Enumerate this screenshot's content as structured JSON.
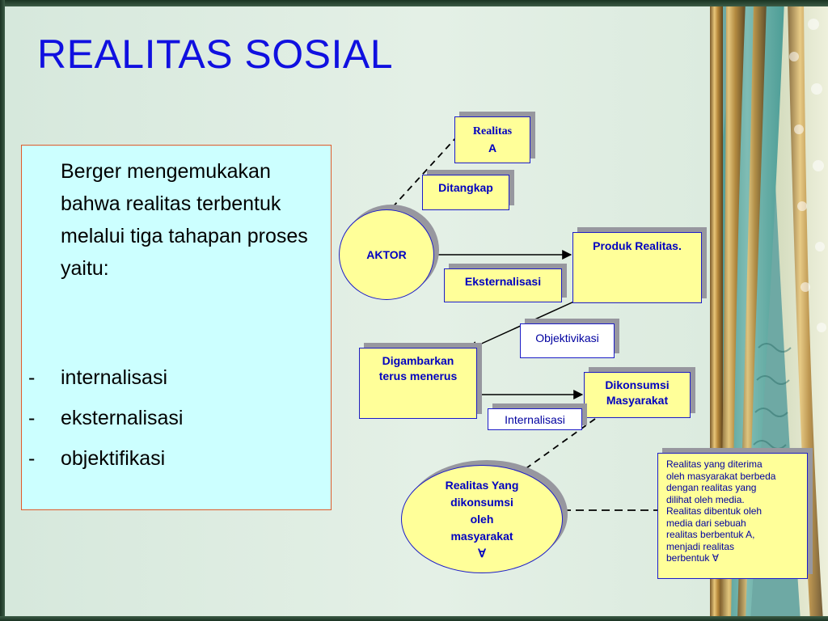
{
  "slide": {
    "title": "REALITAS SOSIAL",
    "intro_text": "Berger mengemukakan bahwa realitas terbentuk melalui tiga tahapan proses yaitu:",
    "bullets": [
      {
        "marker": "-",
        "text": "internalisasi"
      },
      {
        "marker": "-",
        "text": "eksternalisasi"
      },
      {
        "marker": "-",
        "text": "objektifikasi"
      }
    ]
  },
  "diagram": {
    "realitas_a": {
      "line1": "Realitas",
      "line2": "A"
    },
    "ditangkap": "Ditangkap",
    "aktor": "AKTOR",
    "produk_realitas": "Produk Realitas.",
    "eksternalisasi": "Eksternalisasi",
    "objektivikasi": "Objektivikasi",
    "digambarkan": {
      "line1": "Digambarkan",
      "line2": "terus menerus"
    },
    "dikonsumsi": {
      "line1": "Dikonsumsi",
      "line2": "Masyarakat"
    },
    "internalisasi": "Internalisasi",
    "realitas_yang": {
      "line1": "Realitas Yang",
      "line2": "dikonsumsi",
      "line3": "oleh",
      "line4": "masyarakat",
      "line5": "∀"
    },
    "note_lines": [
      "Realitas yang diterima",
      "oleh masyarakat berbeda",
      "dengan realitas yang",
      "dilihat oleh media.",
      "Realitas dibentuk oleh",
      "media dari sebuah",
      "realitas berbentuk A,",
      "menjadi realitas",
      "berbentuk ∀"
    ]
  },
  "colors": {
    "title": "#1010e0",
    "text_box_bg": "#ccffff",
    "text_box_border": "#e05a2a",
    "diagram_fill": "#ffff99",
    "diagram_border": "#1c1cc8",
    "diagram_text": "#0000c0"
  }
}
